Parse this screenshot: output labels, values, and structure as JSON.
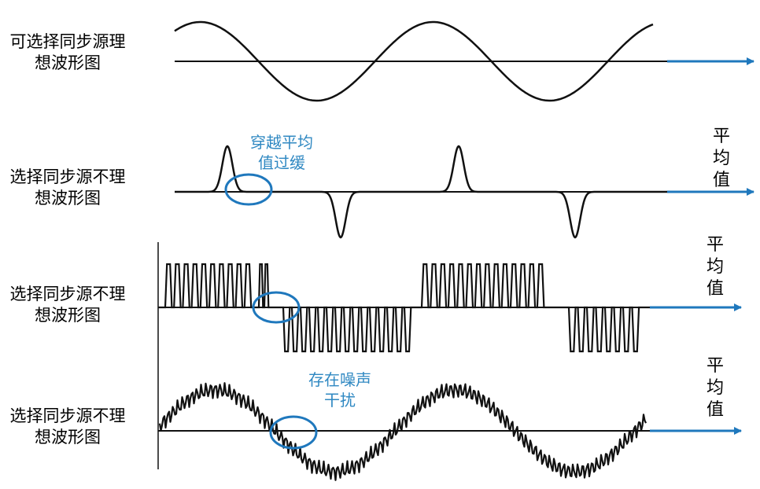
{
  "colors": {
    "wave": "#111111",
    "baseline": "#111111",
    "arrow": "#1f78bd",
    "annotation": "#2f88c2"
  },
  "rows": [
    {
      "label": "可选择同步源理\n想波形图",
      "avg_label": "",
      "note": ""
    },
    {
      "label": "选择同步源不理\n想波形图",
      "avg_label": "平均值",
      "note": "穿越平均\n值过缓"
    },
    {
      "label": "选择同步源不理\n想波形图",
      "avg_label": "平均值",
      "note": ""
    },
    {
      "label": "选择同步源不理\n想波形图",
      "avg_label": "平均值",
      "note": "存在噪声\n干扰"
    }
  ]
}
